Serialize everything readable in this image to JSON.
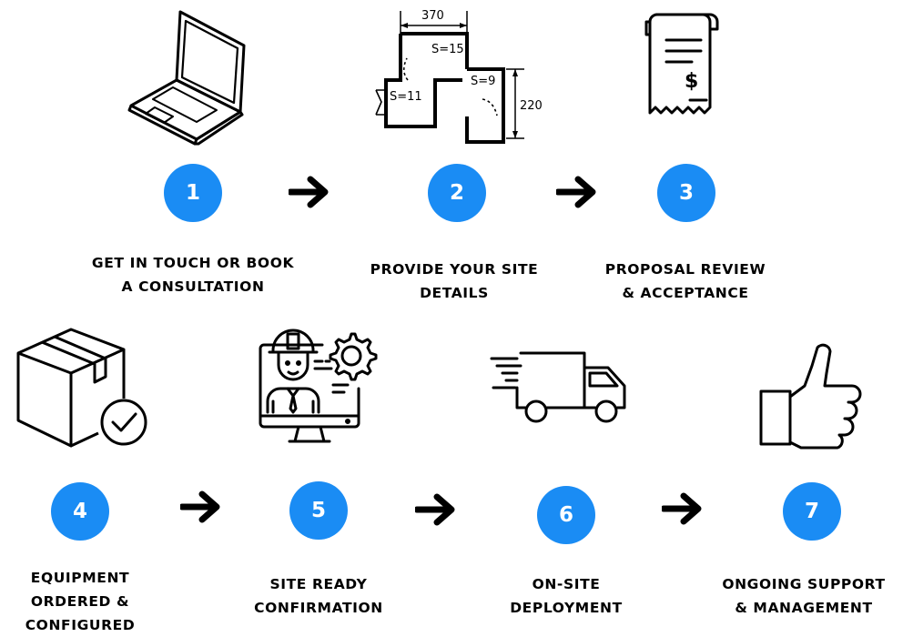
{
  "steps": [
    {
      "number": "1",
      "label": "GET IN TOUCH OR BOOK\nA CONSULTATION",
      "icon": "laptop-icon"
    },
    {
      "number": "2",
      "label": "PROVIDE YOUR SITE\nDETAILS",
      "icon": "floor-plan-icon"
    },
    {
      "number": "3",
      "label": "PROPOSAL REVIEW\n& ACCEPTANCE",
      "icon": "invoice-receipt-icon"
    },
    {
      "number": "4",
      "label": "EQUIPMENT\nORDERED &\nCONFIGURED",
      "icon": "package-check-icon"
    },
    {
      "number": "5",
      "label": "SITE READY\nCONFIRMATION",
      "icon": "engineer-monitor-icon"
    },
    {
      "number": "6",
      "label": "ON-SITE\nDEPLOYMENT",
      "icon": "delivery-truck-icon"
    },
    {
      "number": "7",
      "label": "ONGOING SUPPORT\n& MANAGEMENT",
      "icon": "thumbs-up-icon"
    }
  ],
  "floor_plan": {
    "width_label": "370",
    "height_label": "220",
    "room_a": "S=15",
    "room_b": "S=9",
    "room_c": "S=11"
  },
  "colors": {
    "badge": "#1a8cf4",
    "text": "#000000",
    "background": "#ffffff"
  }
}
